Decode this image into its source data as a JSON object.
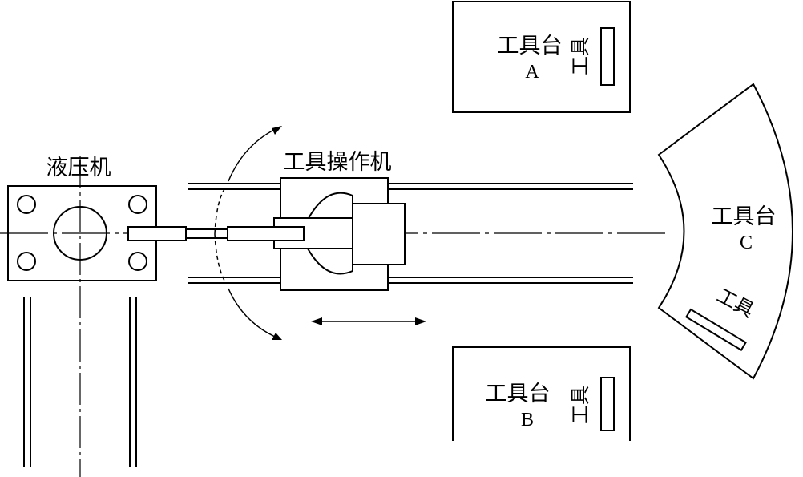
{
  "labels": {
    "press": "液压机",
    "manipulator": "工具操作机",
    "table_a": "工具台",
    "table_a_letter": "A",
    "table_b": "工具台",
    "table_b_letter": "B",
    "table_c": "工具台",
    "table_c_letter": "C",
    "tool_a": "工具",
    "tool_b": "工具",
    "tool_c": "工具"
  },
  "colors": {
    "line": "#000000",
    "background": "#ffffff"
  }
}
